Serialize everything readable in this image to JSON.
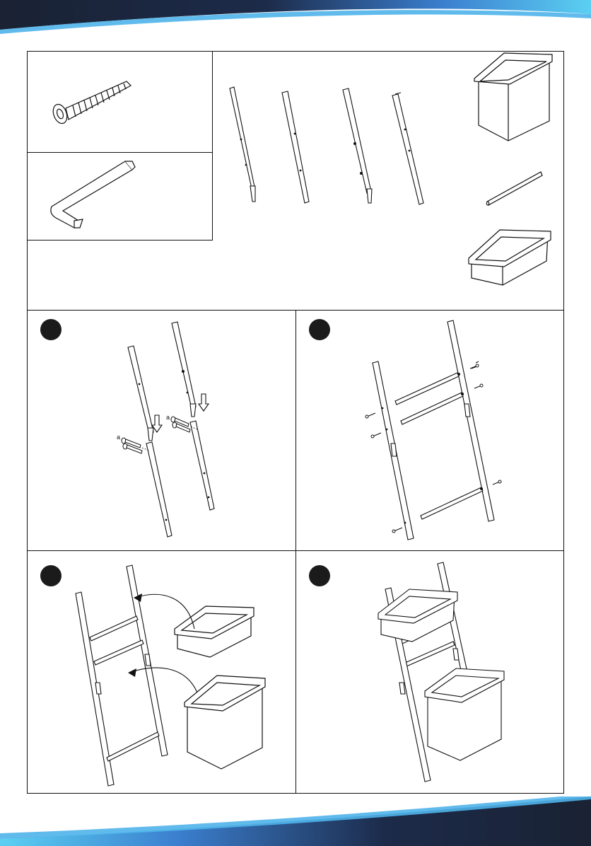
{
  "page": {
    "background": "#ffffff",
    "colors": {
      "band_dark": "#1a2233",
      "band_mid": "#2f6fbf",
      "band_light": "#5bc6ee",
      "line": "#111111"
    }
  },
  "parts": {
    "icons": [
      "screw-icon",
      "hex-key-icon",
      "ladder-rail-icon",
      "basket-tall-icon",
      "rod-icon",
      "basket-tray-icon"
    ]
  },
  "steps": [
    {
      "id": "step-1",
      "badge": "",
      "icons": [
        "rail-joint-icon",
        "screw-icon"
      ],
      "screw_label": "a"
    },
    {
      "id": "step-2",
      "badge": "",
      "icons": [
        "ladder-frame-icon",
        "rod-icon",
        "screw-icon"
      ]
    },
    {
      "id": "step-3",
      "badge": "",
      "icons": [
        "ladder-frame-icon",
        "basket-tray-icon",
        "basket-tall-icon",
        "arrow-icon"
      ]
    },
    {
      "id": "step-4",
      "badge": "",
      "icons": [
        "assembled-ladder-icon"
      ]
    }
  ]
}
